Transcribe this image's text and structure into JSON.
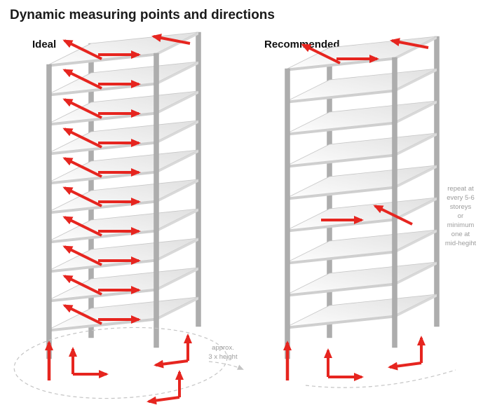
{
  "title": "Dynamic measuring points and directions",
  "buildings": {
    "ideal": {
      "label": "Ideal",
      "storeys": 10,
      "arrow_floors": "all"
    },
    "recommended": {
      "label": "Recommended",
      "storeys": 9,
      "arrow_floors": [
        9,
        4
      ]
    }
  },
  "annotations": {
    "height_note_lines": [
      "approx.",
      "3 x height"
    ],
    "repeat_note_lines": [
      "repeat at",
      "every 5-6",
      "storeys",
      "or",
      "minimum",
      "one at",
      "mid-hegiht"
    ]
  },
  "colors": {
    "arrow_red": "#e6251f",
    "frame_gray": "#adadad",
    "slab_light": "#fdfdfd",
    "slab_dark": "#e0e0e0",
    "slab_edge": "#c6c6c6",
    "slab_front_edge": "#cfcfcf",
    "slab_side_edge": "#d9d9d9",
    "annotation_gray": "#9c9c9c",
    "dashed_gray": "#c4c4c4",
    "title_color": "#1a1a1a",
    "label_color": "#111111"
  }
}
